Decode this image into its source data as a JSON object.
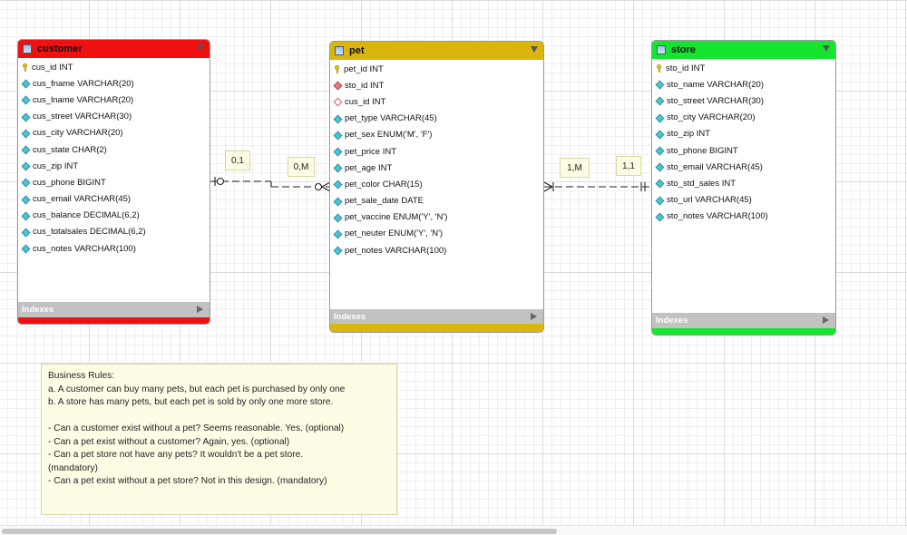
{
  "entities": {
    "customer": {
      "name": "customer",
      "header_color": "#ef1010",
      "columns": [
        {
          "icon": "key-icon",
          "text": "cus_id INT"
        },
        {
          "icon": "attribute-icon",
          "text": "cus_fname VARCHAR(20)"
        },
        {
          "icon": "attribute-icon",
          "text": "cus_lname VARCHAR(20)"
        },
        {
          "icon": "attribute-icon",
          "text": "cus_street VARCHAR(30)"
        },
        {
          "icon": "attribute-icon",
          "text": "cus_city VARCHAR(20)"
        },
        {
          "icon": "attribute-icon",
          "text": "cus_state CHAR(2)"
        },
        {
          "icon": "attribute-icon",
          "text": "cus_zip INT"
        },
        {
          "icon": "attribute-icon",
          "text": "cus_phone BIGINT"
        },
        {
          "icon": "attribute-icon",
          "text": "cus_email VARCHAR(45)"
        },
        {
          "icon": "attribute-icon",
          "text": "cus_balance DECIMAL(6,2)"
        },
        {
          "icon": "attribute-icon",
          "text": "cus_totalsales DECIMAL(6,2)"
        },
        {
          "icon": "attribute-icon",
          "text": "cus_notes VARCHAR(100)"
        }
      ],
      "indexes_label": "Indexes"
    },
    "pet": {
      "name": "pet",
      "header_color": "#dab60c",
      "columns": [
        {
          "icon": "key-icon",
          "text": "pet_id INT"
        },
        {
          "icon": "foreign-key-icon",
          "text": "sto_id INT"
        },
        {
          "icon": "foreign-key-nullable-icon",
          "text": "cus_id INT"
        },
        {
          "icon": "attribute-icon",
          "text": "pet_type VARCHAR(45)"
        },
        {
          "icon": "attribute-icon",
          "text": "pet_sex ENUM('M', 'F')"
        },
        {
          "icon": "attribute-icon",
          "text": "pet_price INT"
        },
        {
          "icon": "attribute-icon",
          "text": "pet_age INT"
        },
        {
          "icon": "attribute-icon",
          "text": "pet_color CHAR(15)"
        },
        {
          "icon": "attribute-icon",
          "text": "pet_sale_date DATE"
        },
        {
          "icon": "attribute-icon",
          "text": "pet_vaccine ENUM('Y', 'N')"
        },
        {
          "icon": "attribute-icon",
          "text": "pet_neuter ENUM('Y', 'N')"
        },
        {
          "icon": "attribute-icon",
          "text": "pet_notes VARCHAR(100)"
        }
      ],
      "indexes_label": "Indexes"
    },
    "store": {
      "name": "store",
      "header_color": "#15e52f",
      "columns": [
        {
          "icon": "key-icon",
          "text": "sto_id INT"
        },
        {
          "icon": "attribute-icon",
          "text": "sto_name VARCHAR(20)"
        },
        {
          "icon": "attribute-icon",
          "text": "sto_street VARCHAR(30)"
        },
        {
          "icon": "attribute-icon",
          "text": "sto_city VARCHAR(20)"
        },
        {
          "icon": "attribute-icon",
          "text": "sto_zip INT"
        },
        {
          "icon": "attribute-icon",
          "text": "sto_phone BIGINT"
        },
        {
          "icon": "attribute-icon",
          "text": "sto_email VARCHAR(45)"
        },
        {
          "icon": "attribute-icon",
          "text": "sto_std_sales INT"
        },
        {
          "icon": "attribute-icon",
          "text": "sto_url VARCHAR(45)"
        },
        {
          "icon": "attribute-icon",
          "text": "sto_notes VARCHAR(100)"
        }
      ],
      "indexes_label": "Indexes"
    }
  },
  "relationships": {
    "customer_pet": {
      "left_label": "0,1",
      "right_label": "0,M"
    },
    "pet_store": {
      "left_label": "1,M",
      "right_label": "1,1"
    }
  },
  "note": {
    "lines": [
      "Business Rules:",
      "a. A customer can buy many pets, but each pet is purchased by only one",
      "b. A store has many pets, but each pet is sold by only one more store.",
      "",
      "- Can a customer exist without a pet? Seems reasonable. Yes. (optional)",
      "- Can a pet exist without a customer? Again, yes. (optional)",
      "- Can a pet store not have any pets? It wouldn't be a pet store.",
      "(mandatory)",
      "- Can a pet exist without a pet store? Not in this design. (mandatory)"
    ]
  }
}
